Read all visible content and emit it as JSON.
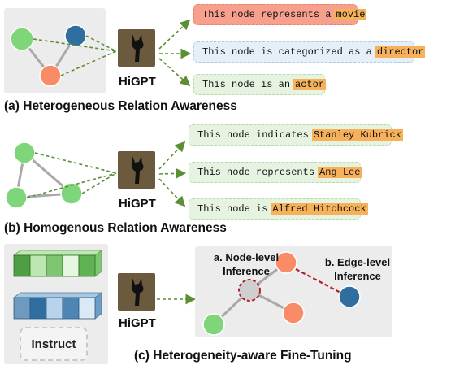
{
  "section_a": {
    "caption": "(a) Heterogeneous Relation Awareness",
    "model_label": "HiGPT",
    "bubbles": [
      {
        "prefix": "This node represents a",
        "highlight": "movie"
      },
      {
        "prefix": "This node is categorized as a",
        "highlight": "director"
      },
      {
        "prefix": "This node is an",
        "highlight": "actor"
      }
    ]
  },
  "section_b": {
    "caption": "(b) Homogenous Relation Awareness",
    "model_label": "HiGPT",
    "bubbles": [
      {
        "prefix": "This node indicates",
        "highlight": "Stanley Kubrick"
      },
      {
        "prefix": "This node represents",
        "highlight": "Ang Lee"
      },
      {
        "prefix": "This node is",
        "highlight": "Alfred Hitchcock"
      }
    ]
  },
  "section_c": {
    "caption": "(c) Heterogeneity-aware Fine-Tuning",
    "model_label": "HiGPT",
    "instruct_label": "Instruct",
    "node_level_label": [
      "a. Node-level",
      "Inference"
    ],
    "edge_level_label": [
      "b. Edge-level",
      "Inference"
    ]
  },
  "colors": {
    "node_green": "#7fd67a",
    "node_blue": "#2f6e9e",
    "node_orange": "#f98c66",
    "node_gray": "#cfcfcf",
    "edge_gray": "#a9a9a9",
    "arrow_green": "#5a8f34",
    "dashed_red": "#b21f2d",
    "highlight": "#f6b15a",
    "logo_brown": "#6b5a3e"
  }
}
